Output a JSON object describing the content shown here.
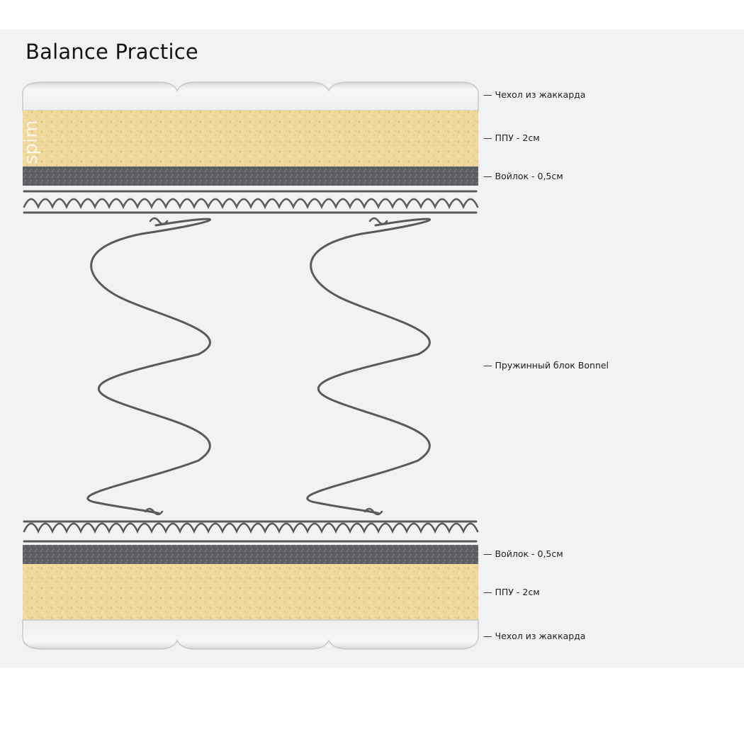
{
  "title": "Balance Practice",
  "watermark": "spim",
  "layers": [
    {
      "id": "top-cover",
      "label": "Чехол из жаккарда"
    },
    {
      "id": "top-foam",
      "label": "ППУ - 2см"
    },
    {
      "id": "top-felt",
      "label": "Войлок - 0,5см"
    },
    {
      "id": "spring-block",
      "label": "Пружинный блок Bonnel"
    },
    {
      "id": "bottom-felt",
      "label": "Войлок - 0,5см"
    },
    {
      "id": "bottom-foam",
      "label": "ППУ - 2см"
    },
    {
      "id": "bottom-cover",
      "label": "Чехол из жаккарда"
    }
  ],
  "colors": {
    "panel": "#f1f2f4",
    "cover": "#f4f4f4",
    "foam": "#f0dca0",
    "felt": "#5c5c60",
    "spring": "#5a5a5a"
  }
}
